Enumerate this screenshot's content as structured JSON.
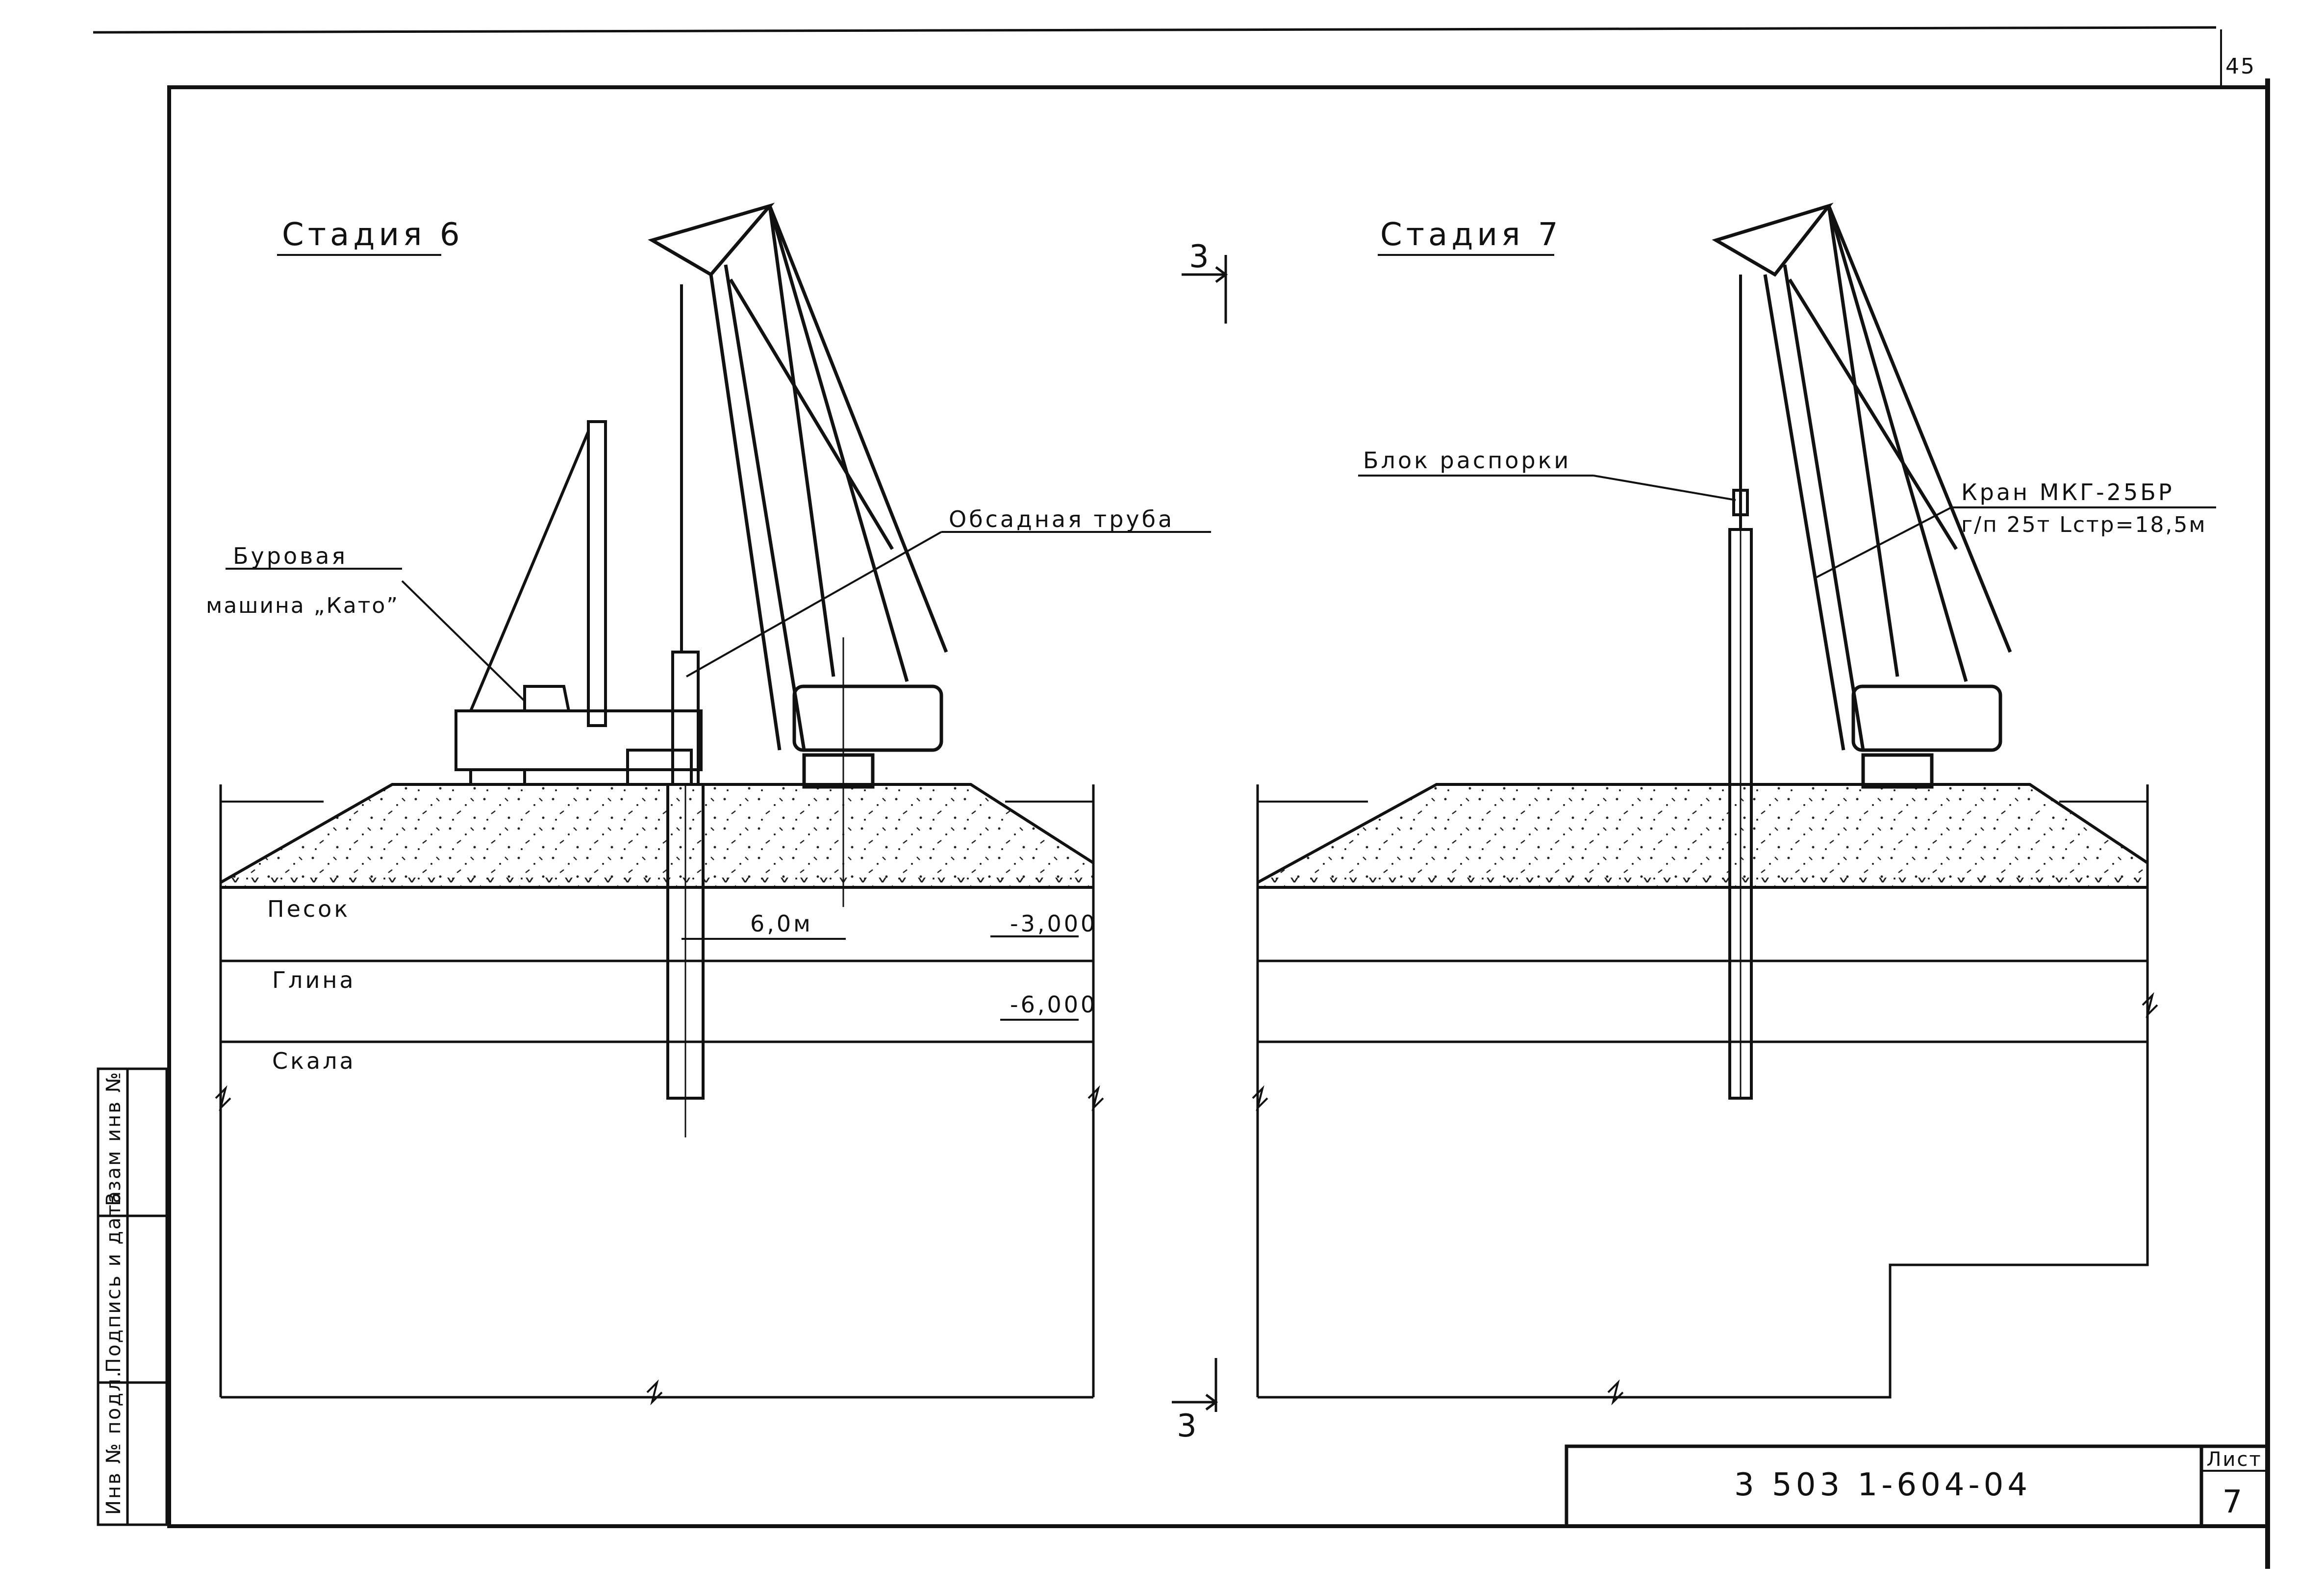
{
  "sheet": {
    "page_number": "45",
    "document_code": "3 503 1-604-04",
    "sheet_label": "Лист",
    "sheet_number": "7",
    "side_stamp": [
      "Инв № подл.",
      "Подпись и дата",
      "Взам инв №"
    ]
  },
  "stage6": {
    "title": "Стадия 6",
    "drill_label_1": "Буровая",
    "drill_label_2": "машина „Като”",
    "casing_label": "Обсадная труба",
    "layer_sand": "Песок",
    "layer_clay": "Глина",
    "layer_rock": "Скала",
    "dimension": "6,0м",
    "level_1": "-3,000",
    "level_2": "-6,000"
  },
  "stage7": {
    "title": "Стадия 7",
    "block_label": "Блок распорки",
    "crane_label_1": "Кран МКГ-25БР",
    "crane_label_2": "г/п 25т Lстр=18,5м"
  },
  "section": {
    "mark_top": "3",
    "mark_bottom": "3"
  }
}
